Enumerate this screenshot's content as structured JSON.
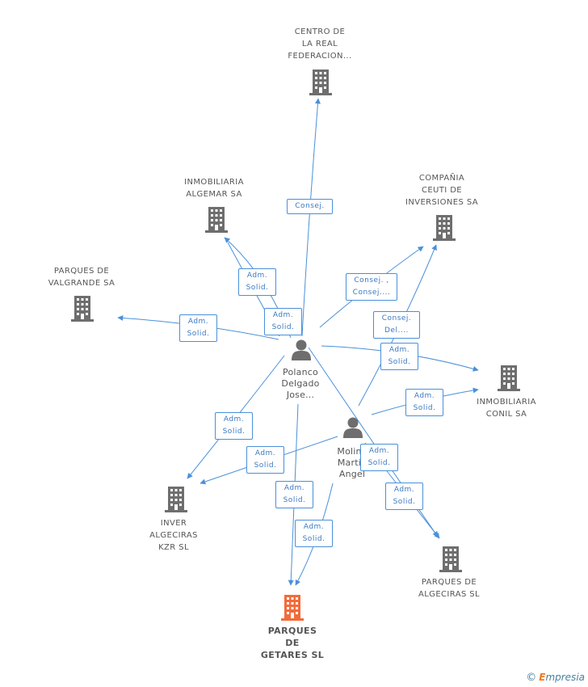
{
  "colors": {
    "edge": "#4a90d9",
    "company": "#6e6e6e",
    "main_company": "#f26b3a",
    "person": "#6e6e6e"
  },
  "nodes": {
    "centro": {
      "lines": [
        "CENTRO DE",
        "LA REAL",
        "FEDERACION..."
      ]
    },
    "algemar": {
      "lines": [
        "INMOBILIARIA",
        "ALGEMAR SA"
      ]
    },
    "ceuti": {
      "lines": [
        "COMPAÑIA",
        "CEUTI DE",
        "INVERSIONES SA"
      ]
    },
    "valgrande": {
      "lines": [
        "PARQUES DE",
        "VALGRANDE SA"
      ]
    },
    "conil": {
      "lines": [
        "INMOBILIARIA",
        "CONIL SA"
      ]
    },
    "polanco": {
      "lines": [
        "Polanco",
        "Delgado",
        "Jose..."
      ]
    },
    "molina": {
      "lines": [
        "Molina",
        "Martin",
        "Angel"
      ]
    },
    "inver": {
      "lines": [
        "INVER",
        "ALGECIRAS",
        "KZR SL"
      ]
    },
    "algeciras": {
      "lines": [
        "PARQUES DE",
        "ALGECIRAS SL"
      ]
    },
    "getares": {
      "lines": [
        "PARQUES",
        "DE",
        "GETARES SL"
      ]
    }
  },
  "edges": [
    {
      "lines": [
        "Consej."
      ]
    },
    {
      "lines": [
        "Adm.",
        "Solid."
      ]
    },
    {
      "lines": [
        "Adm.",
        "Solid."
      ]
    },
    {
      "lines": [
        "Consej. ,",
        "Consej...."
      ]
    },
    {
      "lines": [
        "Adm.",
        "Solid."
      ]
    },
    {
      "lines": [
        "Consej.",
        "Del...."
      ]
    },
    {
      "lines": [
        "Adm.",
        "Solid."
      ]
    },
    {
      "lines": [
        "Adm.",
        "Solid."
      ]
    },
    {
      "lines": [
        "Adm.",
        "Solid."
      ]
    },
    {
      "lines": [
        "Adm.",
        "Solid."
      ]
    },
    {
      "lines": [
        "Adm.",
        "Solid."
      ]
    },
    {
      "lines": [
        "Adm.",
        "Solid."
      ]
    },
    {
      "lines": [
        "Adm.",
        "Solid."
      ]
    },
    {
      "lines": [
        "Adm.",
        "Solid."
      ]
    }
  ],
  "brand": {
    "copyright": "©",
    "e": "E",
    "rest": "mpresia"
  }
}
